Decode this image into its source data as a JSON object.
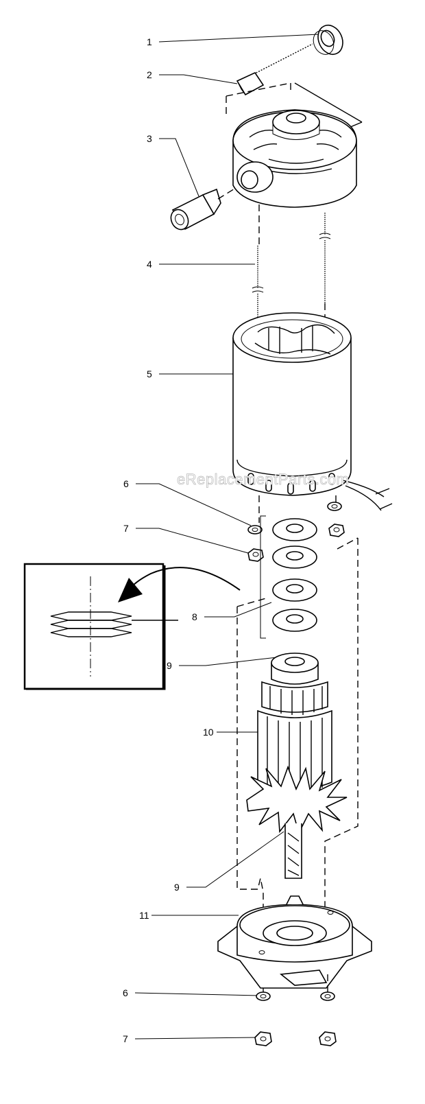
{
  "callouts": {
    "c1": "1",
    "c2": "2",
    "c3": "3",
    "c4": "4",
    "c5": "5",
    "c6a": "6",
    "c7a": "7",
    "c8": "8",
    "c9a": "9",
    "c10": "10",
    "c9b": "9",
    "c11": "11",
    "c6b": "6",
    "c7b": "7"
  },
  "watermark": "eReplacementParts.com"
}
